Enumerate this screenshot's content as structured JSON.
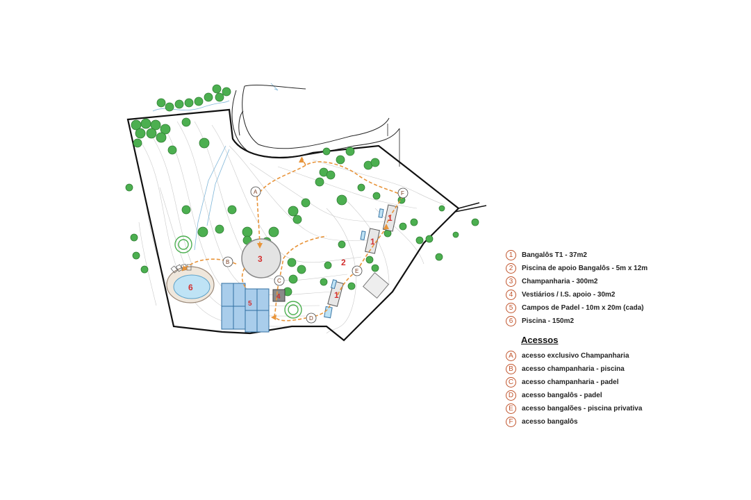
{
  "map": {
    "labels": {
      "bungalow": "1",
      "piscina_apoio": "2",
      "champanharia": "3",
      "vestiarios": "4",
      "padel": "5",
      "piscina": "6"
    },
    "access_points": [
      "A",
      "B",
      "C",
      "D",
      "E",
      "F"
    ],
    "colors": {
      "boundary": "#111111",
      "trees": "#3e9b46",
      "path": "#e8943a",
      "pool": "#bfe3f5",
      "courts": "#a9cdeb",
      "label": "#d32f2f"
    }
  },
  "legend": {
    "items": [
      {
        "num": "1",
        "text": "Bangalôs T1 - 37m2"
      },
      {
        "num": "2",
        "text": "Piscina de apoio Bangalôs - 5m x 12m"
      },
      {
        "num": "3",
        "text": "Champanharia - 300m2"
      },
      {
        "num": "4",
        "text": "Vestiários / I.S. apoio - 30m2"
      },
      {
        "num": "5",
        "text": "Campos de Padel - 10m x 20m (cada)"
      },
      {
        "num": "6",
        "text": "Piscina - 150m2"
      }
    ],
    "access_heading": "Acessos",
    "access": [
      {
        "letter": "A",
        "text": "acesso exclusivo Champanharia"
      },
      {
        "letter": "B",
        "text": "acesso champanharia - piscina"
      },
      {
        "letter": "C",
        "text": "acesso champanharia - padel"
      },
      {
        "letter": "D",
        "text": "acesso bangalôs - padel"
      },
      {
        "letter": "E",
        "text": "acesso bangalões - piscina privativa"
      },
      {
        "letter": "F",
        "text": "acesso bangalôs"
      }
    ]
  }
}
